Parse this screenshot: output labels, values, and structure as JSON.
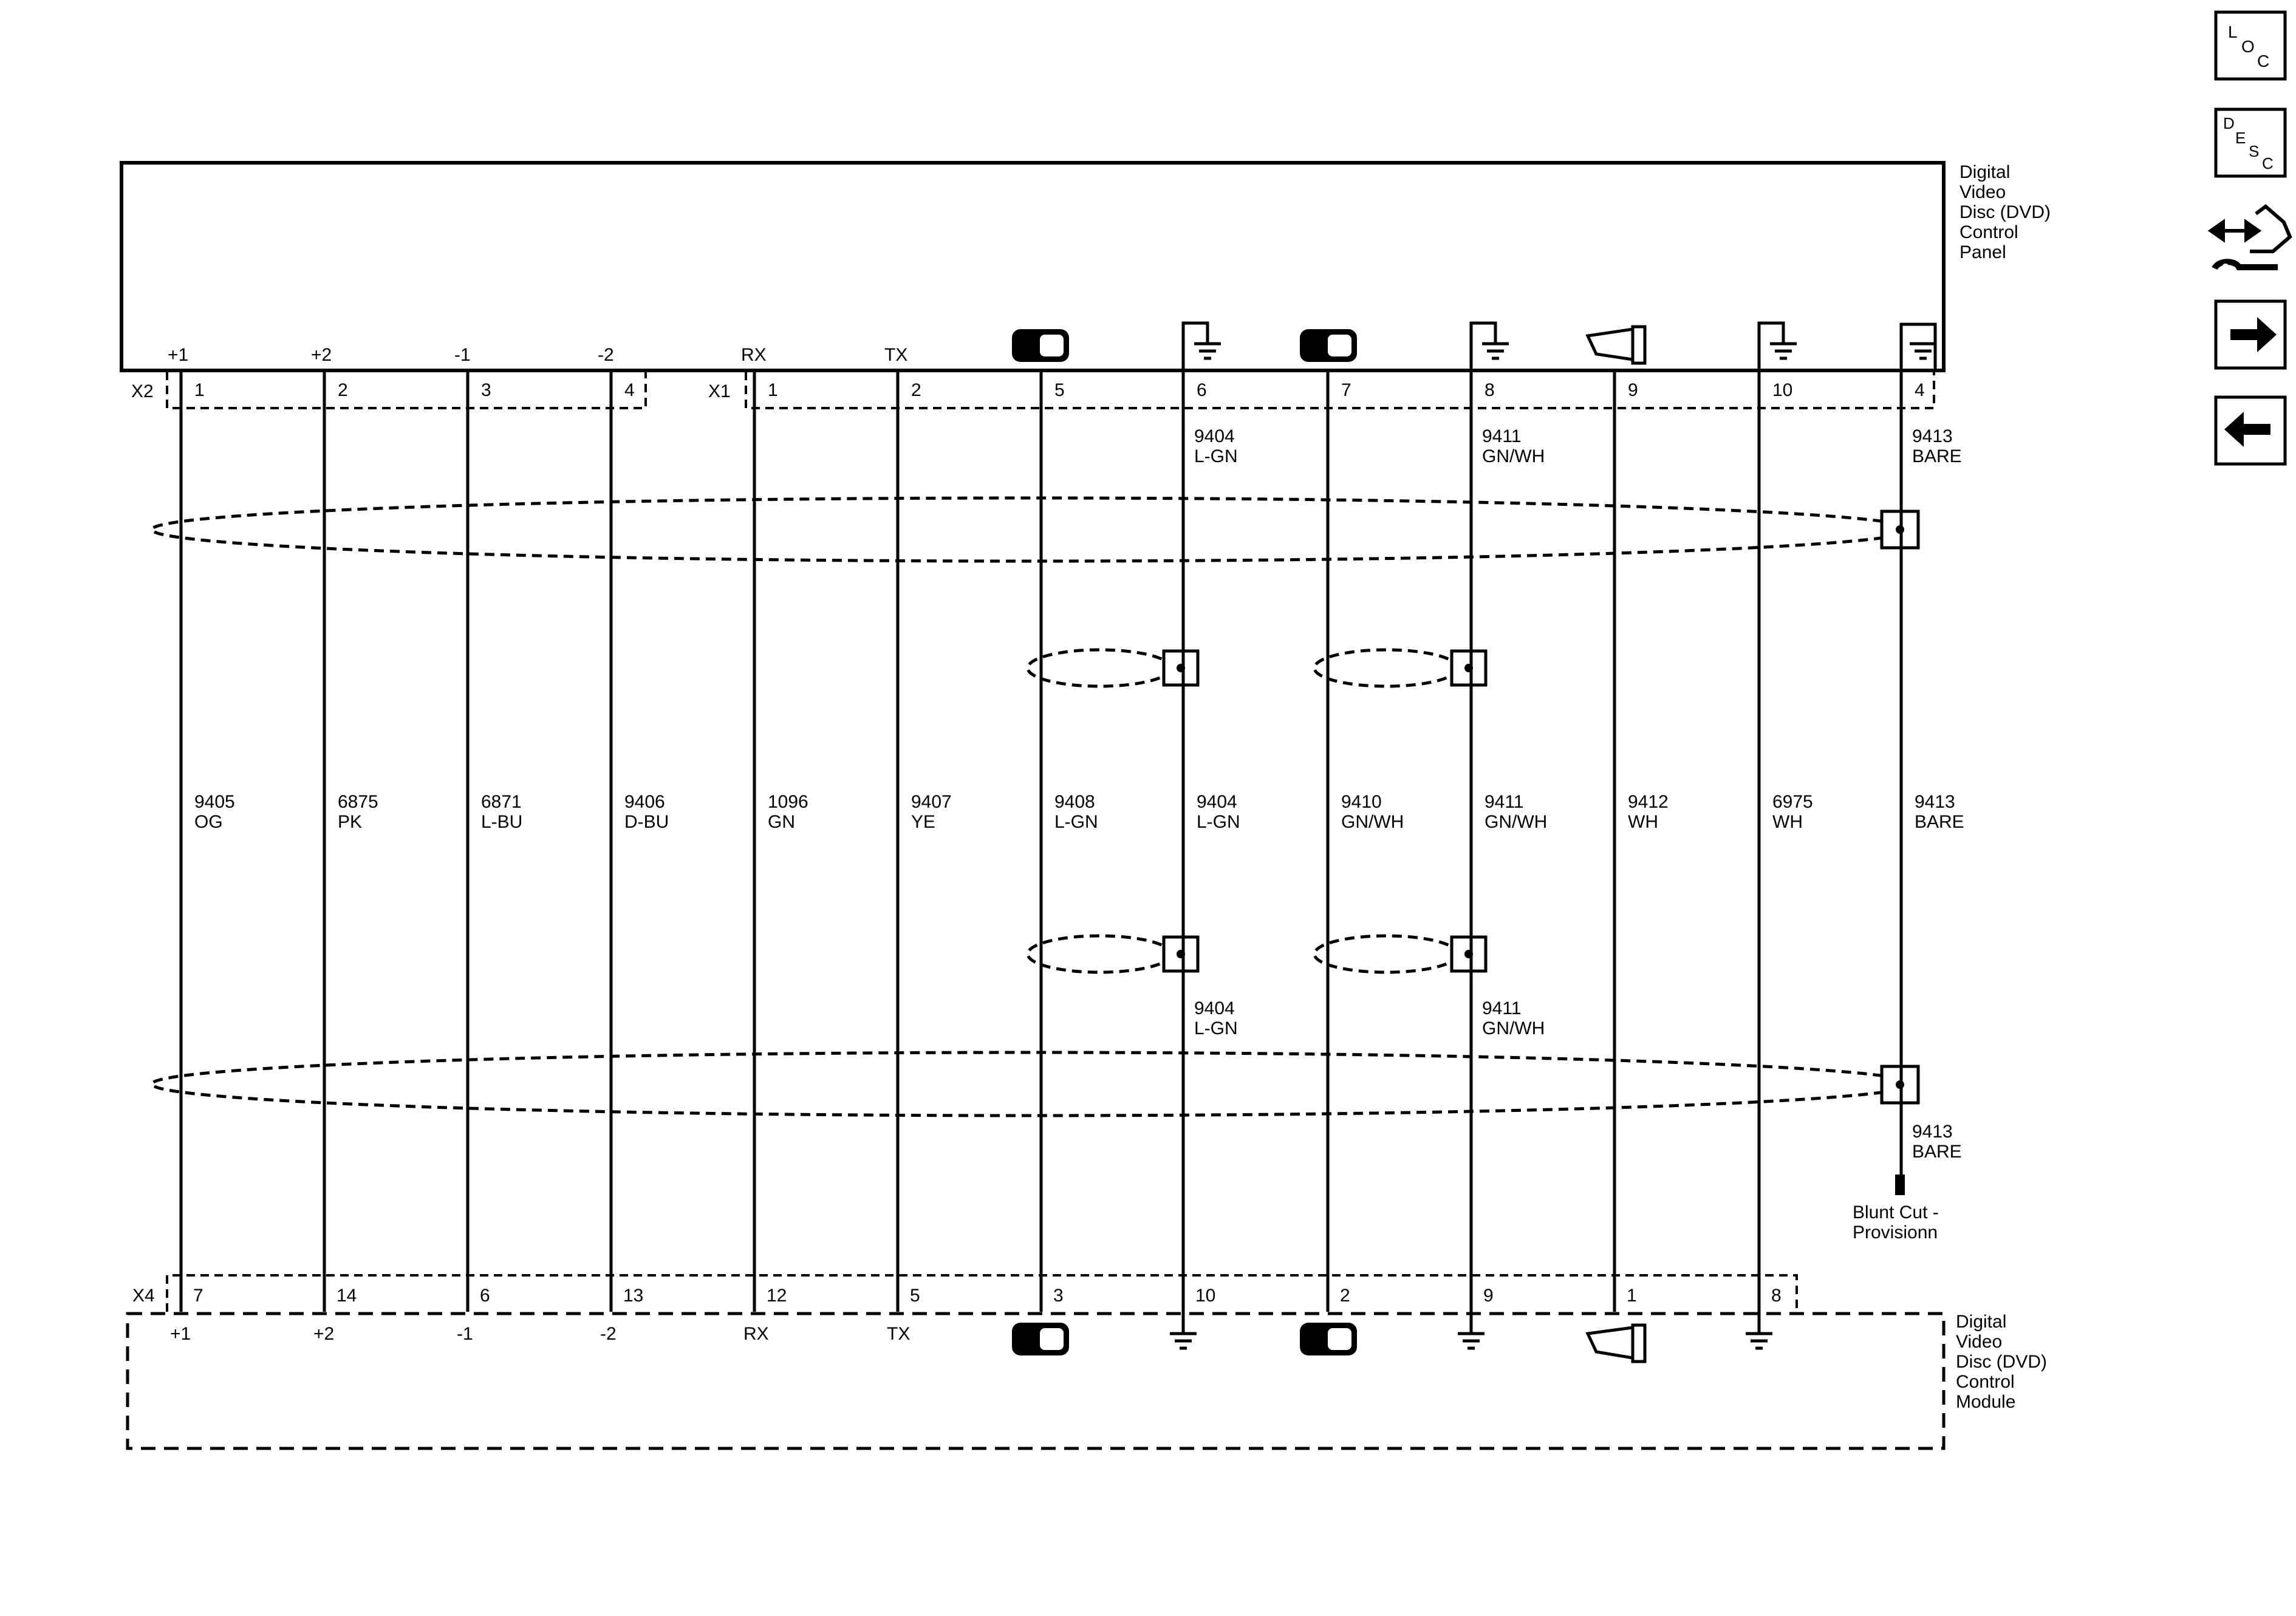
{
  "components": {
    "top": [
      "Digital",
      "Video",
      "Disc (DVD)",
      "Control",
      "Panel"
    ],
    "bottom": [
      "Digital",
      "Video",
      "Disc (DVD)",
      "Control",
      "Module"
    ]
  },
  "connectors": {
    "top_x2": "X2",
    "top_x1": "X1",
    "bottom_x4": "X4"
  },
  "circuits": [
    {
      "top_func": "+1",
      "top_pin": "1",
      "bottom_pin": "7",
      "bottom_func": "+1",
      "wire": "9405",
      "color": "OG"
    },
    {
      "top_func": "+2",
      "top_pin": "2",
      "bottom_pin": "14",
      "bottom_func": "+2",
      "wire": "6875",
      "color": "PK"
    },
    {
      "top_func": "-1",
      "top_pin": "3",
      "bottom_pin": "6",
      "bottom_func": "-1",
      "wire": "6871",
      "color": "L-BU"
    },
    {
      "top_func": "-2",
      "top_pin": "4",
      "bottom_pin": "13",
      "bottom_func": "-2",
      "wire": "9406",
      "color": "D-BU"
    },
    {
      "top_func": "RX",
      "top_pin": "1",
      "bottom_pin": "12",
      "bottom_func": "RX",
      "wire": "1096",
      "color": "GN"
    },
    {
      "top_func": "TX",
      "top_pin": "2",
      "bottom_pin": "5",
      "bottom_func": "TX",
      "wire": "9407",
      "color": "YE"
    },
    {
      "top_func": "",
      "top_pin": "5",
      "bottom_pin": "3",
      "bottom_func": "",
      "wire": "9408",
      "color": "L-GN"
    },
    {
      "top_func": "",
      "top_pin": "6",
      "bottom_pin": "10",
      "bottom_func": "",
      "wire": "9404",
      "color": "L-GN"
    },
    {
      "top_func": "",
      "top_pin": "7",
      "bottom_pin": "2",
      "bottom_func": "",
      "wire": "9410",
      "color": "GN/WH"
    },
    {
      "top_func": "",
      "top_pin": "8",
      "bottom_pin": "9",
      "bottom_func": "",
      "wire": "9411",
      "color": "GN/WH"
    },
    {
      "top_func": "",
      "top_pin": "9",
      "bottom_pin": "1",
      "bottom_func": "",
      "wire": "9412",
      "color": "WH"
    },
    {
      "top_func": "",
      "top_pin": "10",
      "bottom_pin": "8",
      "bottom_func": "",
      "wire": "6975",
      "color": "WH"
    },
    {
      "top_func": "",
      "top_pin": "4",
      "bottom_pin": "",
      "bottom_func": "",
      "wire": "9413",
      "color": "BARE"
    }
  ],
  "extra_wire_labels": {
    "drain_6_upper": {
      "wire": "9404",
      "color": "L-GN"
    },
    "drain_8_upper": {
      "wire": "9411",
      "color": "GN/WH"
    },
    "drain_4_upper": {
      "wire": "9413",
      "color": "BARE"
    },
    "drain_6_lower": {
      "wire": "9404",
      "color": "L-GN"
    },
    "drain_8_lower": {
      "wire": "9411",
      "color": "GN/WH"
    },
    "drain_4_lower": {
      "wire": "9413",
      "color": "BARE"
    }
  },
  "blunt_cut": [
    "Blunt Cut -",
    "Provisionn"
  ],
  "nav": {
    "loc": [
      "L",
      "O",
      "C"
    ],
    "desc": [
      "D",
      "E",
      "S",
      "C"
    ]
  }
}
